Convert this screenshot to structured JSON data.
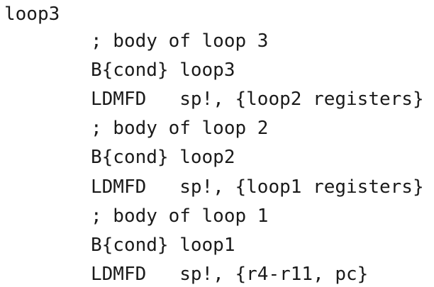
{
  "code": {
    "label": "loop3",
    "lines": [
      "; body of loop 3",
      "B{cond} loop3",
      "LDMFD   sp!, {loop2 registers}",
      "; body of loop 2",
      "B{cond} loop2",
      "LDMFD   sp!, {loop1 registers}",
      "; body of loop 1",
      "B{cond} loop1",
      "LDMFD   sp!, {r4-r11, pc}"
    ]
  }
}
